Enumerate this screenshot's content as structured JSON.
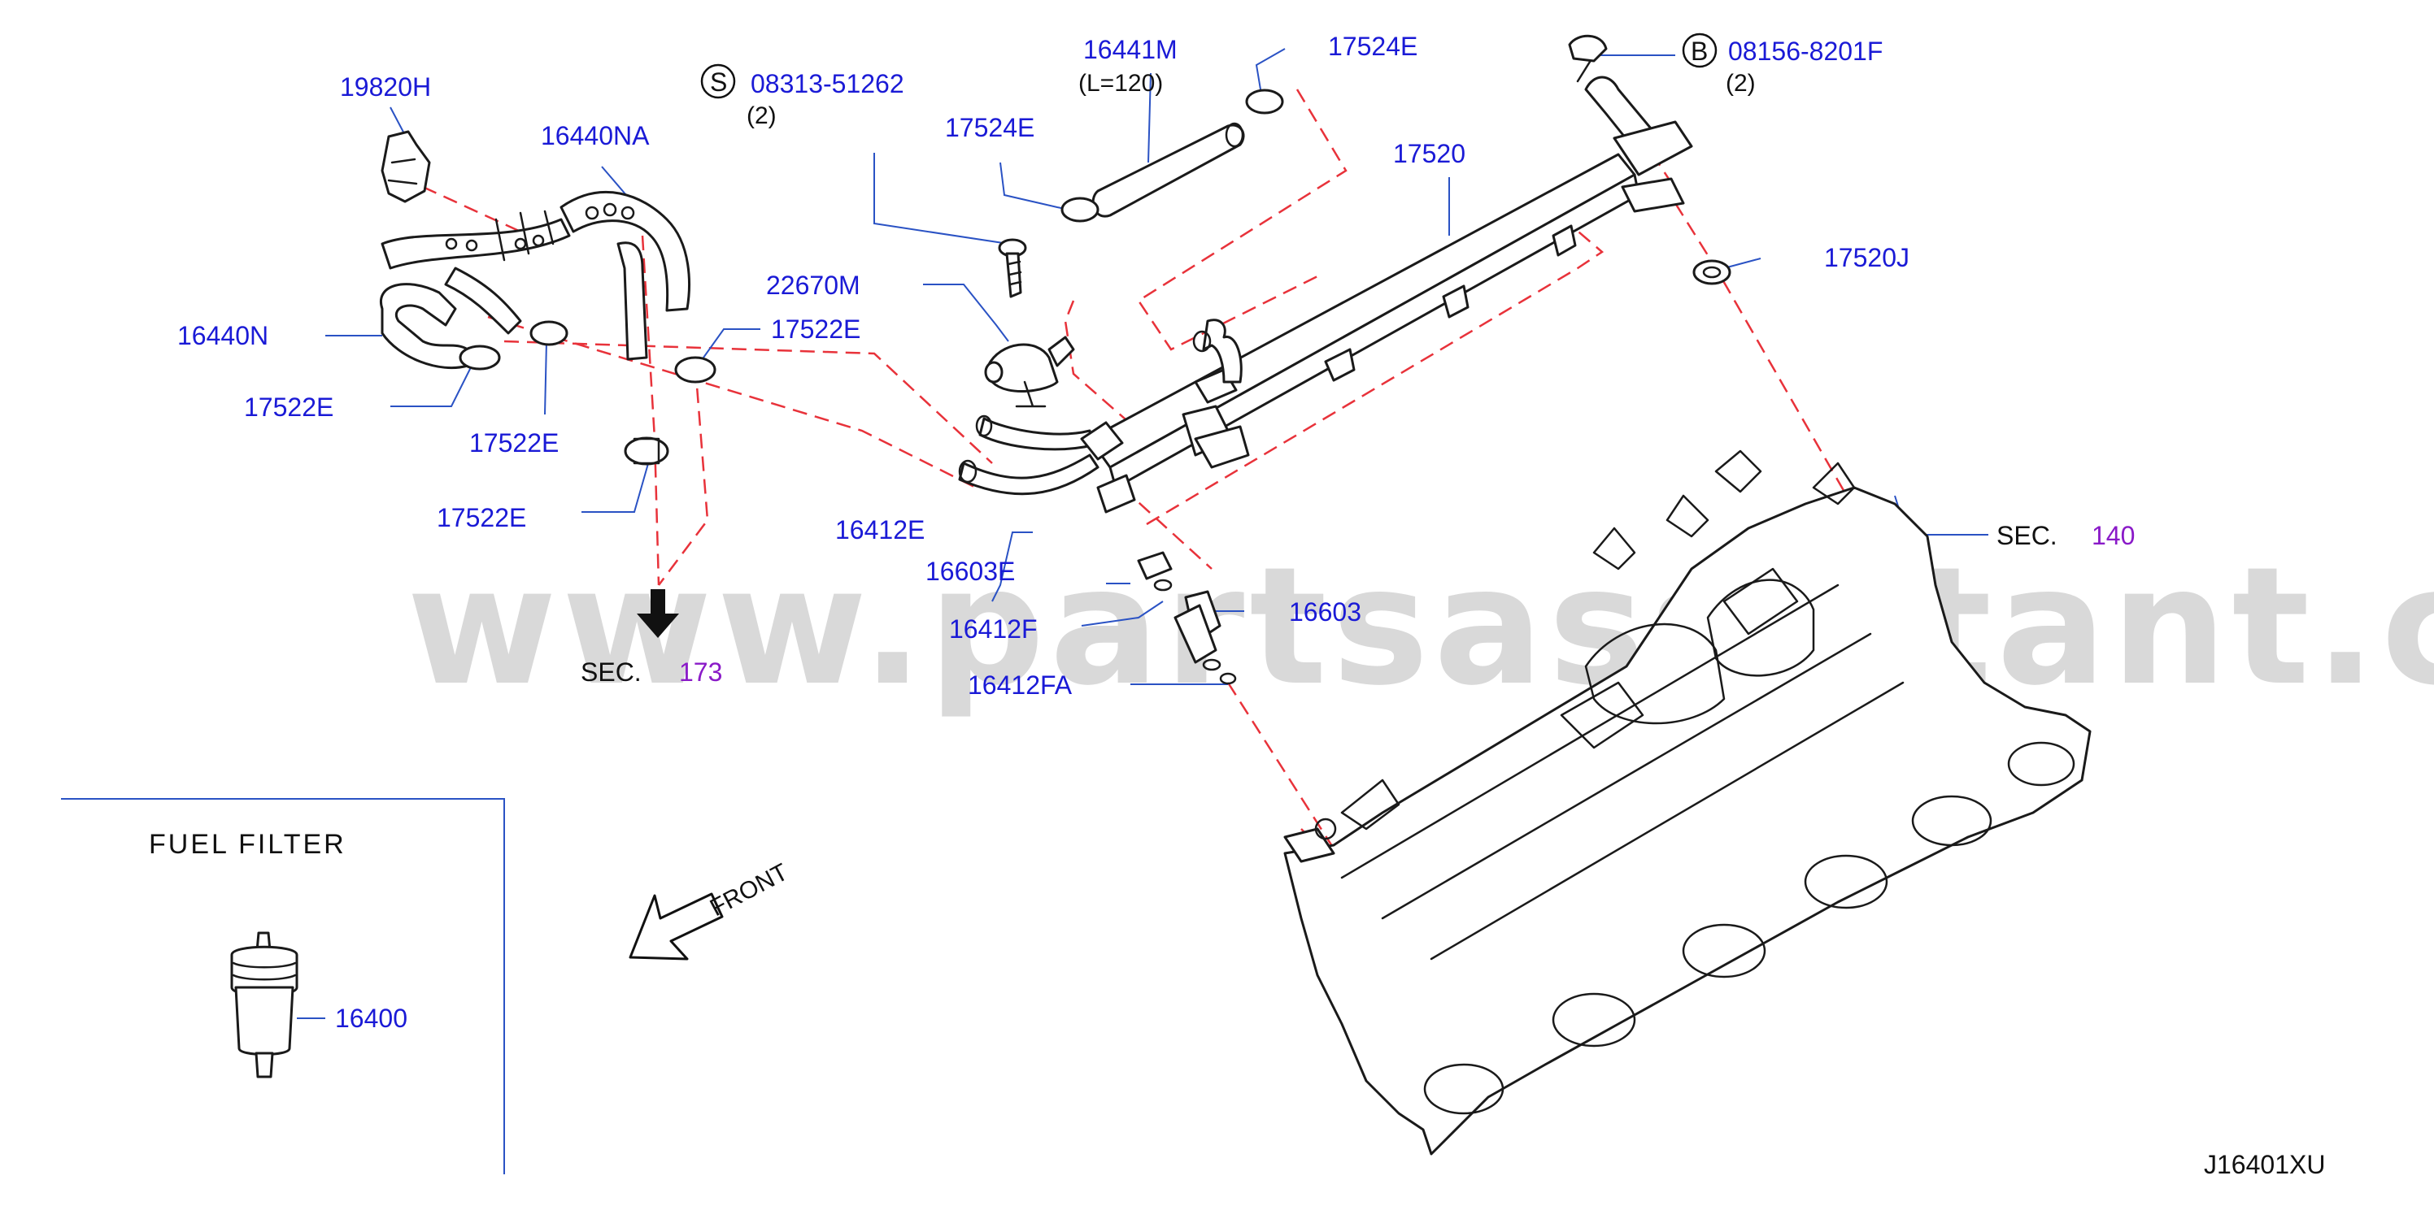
{
  "colors": {
    "label": "#1a1ad6",
    "section_ref": "#8a1ac8",
    "text": "#111111",
    "leader": "#2a52c4",
    "dashed": "#e8323a",
    "outline": "#1a1a1a",
    "watermark": "#d9d9d9"
  },
  "watermark": "www.partsassistant.com",
  "diagram_code": "J16401XU",
  "parts": {
    "p19820H": "19820H",
    "p16440NA": "16440NA",
    "p16440N": "16440N",
    "p17522E_a": "17522E",
    "p17522E_b": "17522E",
    "p17522E_c": "17522E",
    "p17522E_d": "17522E",
    "p08313": "08313-51262",
    "p08313_qty": "(2)",
    "p08313_mark": "S",
    "p16441M": "16441M",
    "p16441M_len": "(L=120)",
    "p17524E_a": "17524E",
    "p17524E_b": "17524E",
    "p08156": "08156-8201F",
    "p08156_qty": "(2)",
    "p08156_mark": "B",
    "p17520": "17520",
    "p17520J": "17520J",
    "p22670M": "22670M",
    "p16412E": "16412E",
    "p16603E": "16603E",
    "p16603": "16603",
    "p16412F": "16412F",
    "p16412FA": "16412FA",
    "p16400": "16400"
  },
  "sections": {
    "sec140_label": "SEC.",
    "sec140_num": "140",
    "sec173_label": "SEC.",
    "sec173_num": "173"
  },
  "fuel_filter_title": "FUEL   FILTER",
  "front_label": "FRONT"
}
